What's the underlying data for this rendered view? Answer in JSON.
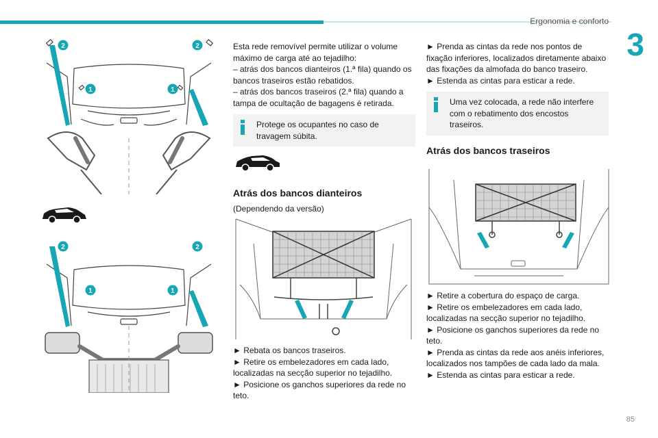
{
  "header": {
    "chapter_title": "Ergonomia e conforto",
    "chapter_number": "3",
    "page_number": "85"
  },
  "callouts": {
    "one": "1",
    "two": "2"
  },
  "col2": {
    "intro": [
      "Esta rede removível permite utilizar o volume máximo de carga até ao tejadilho:",
      "– atrás dos bancos dianteiros (1.ª fila) quando os bancos traseiros estão rebatidos.",
      "– atrás dos bancos traseiros (2.ª fila) quando a tampa de ocultação de bagagens é retirada."
    ],
    "info": "Protege os ocupantes no caso de travagem súbita.",
    "section1_title": "Atrás dos bancos dianteiros",
    "section1_sub": "(Dependendo da versão)",
    "steps1": [
      "► Rebata os bancos traseiros.",
      "► Retire os embelezadores em cada lado, localizadas na secção superior no tejadilho.",
      "► Posicione os ganchos superiores da rede no teto."
    ]
  },
  "col3": {
    "steps_top": [
      "► Prenda as cintas da rede nos pontos de fixação inferiores, localizados diretamente abaixo das fixações da almofada do banco traseiro.",
      "► Estenda as cintas para esticar a rede."
    ],
    "info": "Uma vez colocada, a rede não interfere com o rebatimento dos encostos traseiros.",
    "section2_title": "Atrás dos bancos traseiros",
    "steps2": [
      "► Retire a cobertura do espaço de carga.",
      "► Retire os embelezadores em cada lado, localizadas na secção superior no tejadilho.",
      "► Posicione os ganchos superiores da rede no teto.",
      "► Prenda as cintas da rede aos anéis inferiores, localizados nos tampões de cada lado da mala.",
      "► Estenda as cintas para esticar a rede."
    ]
  },
  "colors": {
    "accent": "#17a7b4",
    "info_bg": "#f2f2f2"
  }
}
